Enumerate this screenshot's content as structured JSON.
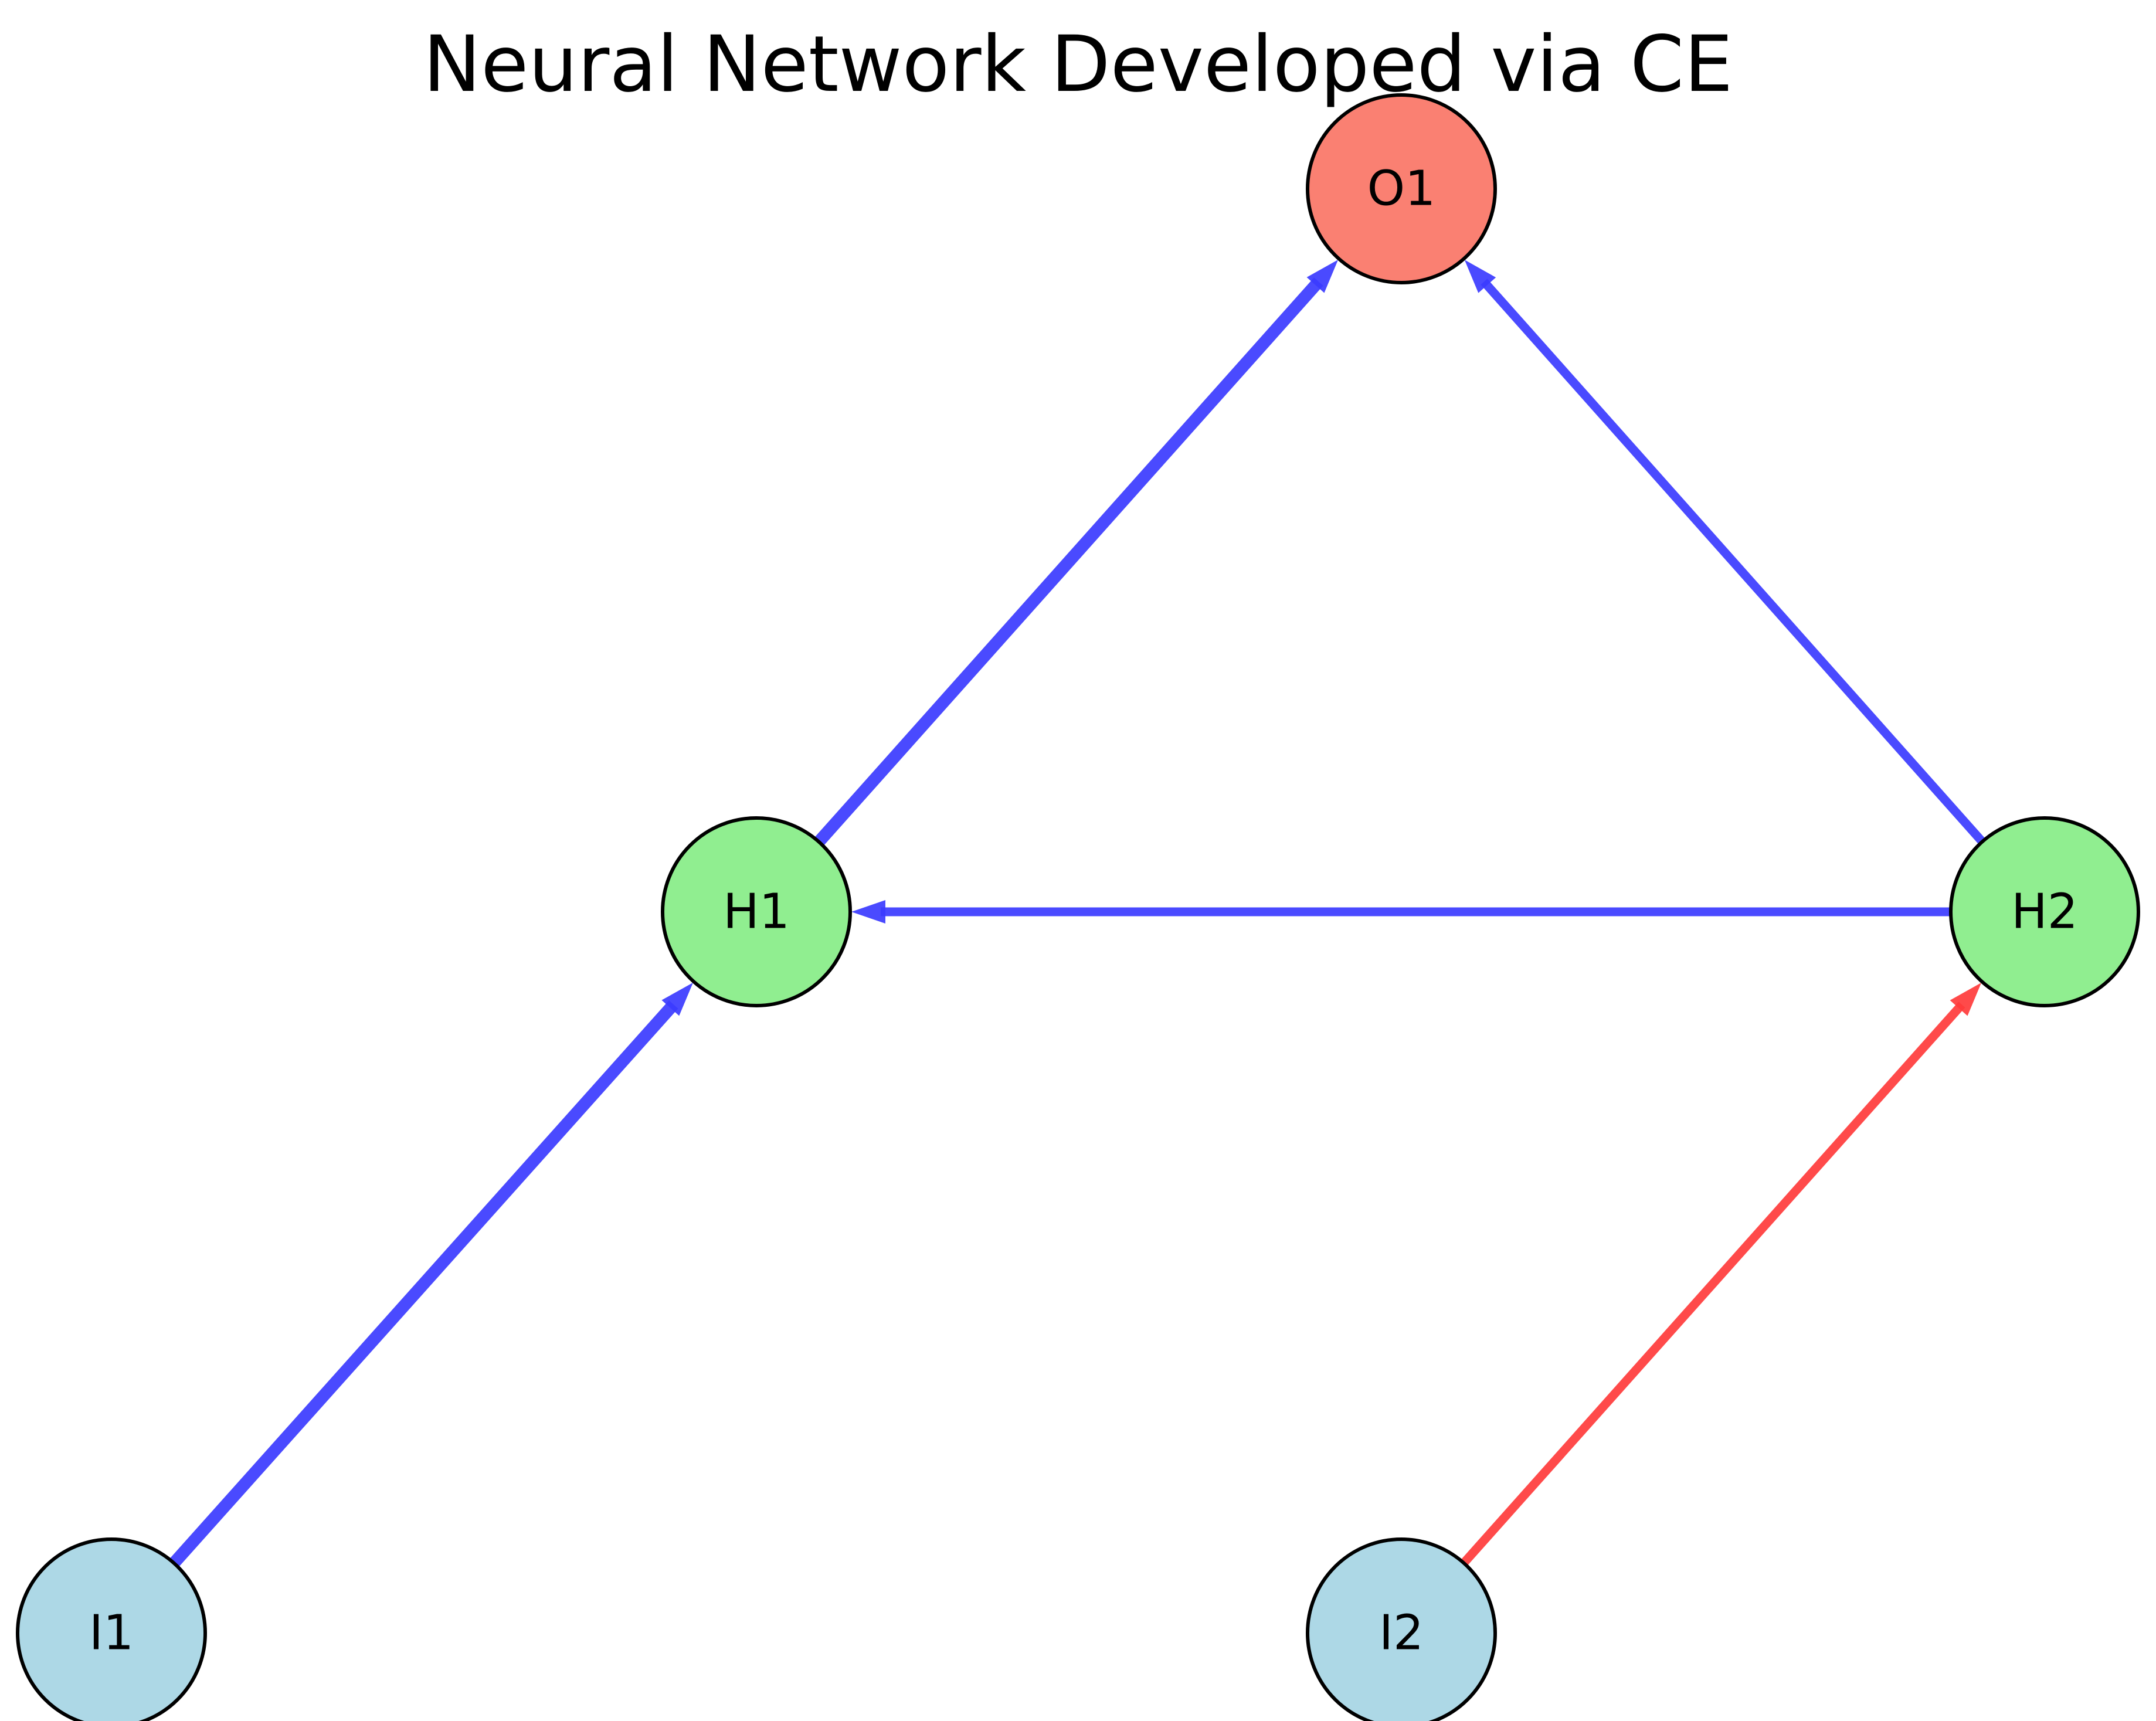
{
  "title": "Neural Network Developed via CE",
  "nodes": [
    {
      "id": "O1",
      "label": "O1",
      "layer": "output",
      "color": "#fa8072"
    },
    {
      "id": "H1",
      "label": "H1",
      "layer": "hidden",
      "color": "#90ee90"
    },
    {
      "id": "H2",
      "label": "H2",
      "layer": "hidden",
      "color": "#90ee90"
    },
    {
      "id": "I1",
      "label": "I1",
      "layer": "input",
      "color": "#add8e6"
    },
    {
      "id": "I2",
      "label": "I2",
      "layer": "input",
      "color": "#add8e6"
    }
  ],
  "edges": [
    {
      "from": "I1",
      "to": "H1",
      "sign": "positive",
      "strength": "strong",
      "color": "#3b3bff"
    },
    {
      "from": "I2",
      "to": "H2",
      "sign": "negative",
      "strength": "medium",
      "color": "#ff3b3b"
    },
    {
      "from": "H2",
      "to": "H1",
      "sign": "positive",
      "strength": "medium",
      "color": "#3b3bff"
    },
    {
      "from": "H1",
      "to": "O1",
      "sign": "positive",
      "strength": "strong",
      "color": "#3b3bff"
    },
    {
      "from": "H2",
      "to": "O1",
      "sign": "positive",
      "strength": "medium",
      "color": "#3b3bff"
    }
  ]
}
